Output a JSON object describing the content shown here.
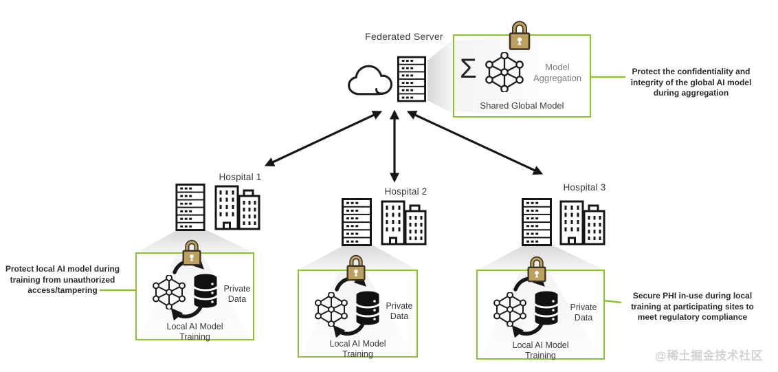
{
  "federated": {
    "label": "Federated Server"
  },
  "global_box": {
    "sigma": "Σ",
    "aggregation_lines": [
      "Model",
      "Aggregation"
    ],
    "caption": "Shared Global Model"
  },
  "hospitals": [
    {
      "label": "Hospital 1",
      "private_data_lines": [
        "Private",
        "Data"
      ],
      "training_lines": [
        "Local AI Model",
        "Training"
      ]
    },
    {
      "label": "Hospital 2",
      "private_data_lines": [
        "Private",
        "Data"
      ],
      "training_lines": [
        "Local AI Model",
        "Training"
      ]
    },
    {
      "label": "Hospital 3",
      "private_data_lines": [
        "Private",
        "Data"
      ],
      "training_lines": [
        "Local AI Model",
        "Training"
      ]
    }
  ],
  "annotations": {
    "global_lines": [
      "Protect the confidentiality and",
      "integrity of the global AI model",
      "during aggregation"
    ],
    "local_lines": [
      "Protect local AI model during",
      "training from unauthorized",
      "access/tampering"
    ],
    "phi_lines": [
      "Secure PHI in-use during local",
      "training at participating sites to",
      "meet regulatory compliance"
    ]
  },
  "watermark": "@稀土掘金技术社区",
  "colors": {
    "accent_green": "#8CC32D",
    "lock_body": "#BDA05F",
    "lock_outline": "#3B3322",
    "arrow_black": "#161616",
    "text_dark": "#2B2B2B",
    "text_gray": "#7B7B7B",
    "beam_gray": "#D8D8D8",
    "watermark_gray": "#D2D2D2"
  },
  "icons": {
    "cloud": "cloud-icon",
    "server_rack": "server-rack-icon",
    "lock": "lock-icon",
    "neural_network": "neural-network-icon",
    "database": "database-icon",
    "buildings": "hospital-buildings-icon",
    "cycle_arrows": "cycle-arrows-icon"
  }
}
